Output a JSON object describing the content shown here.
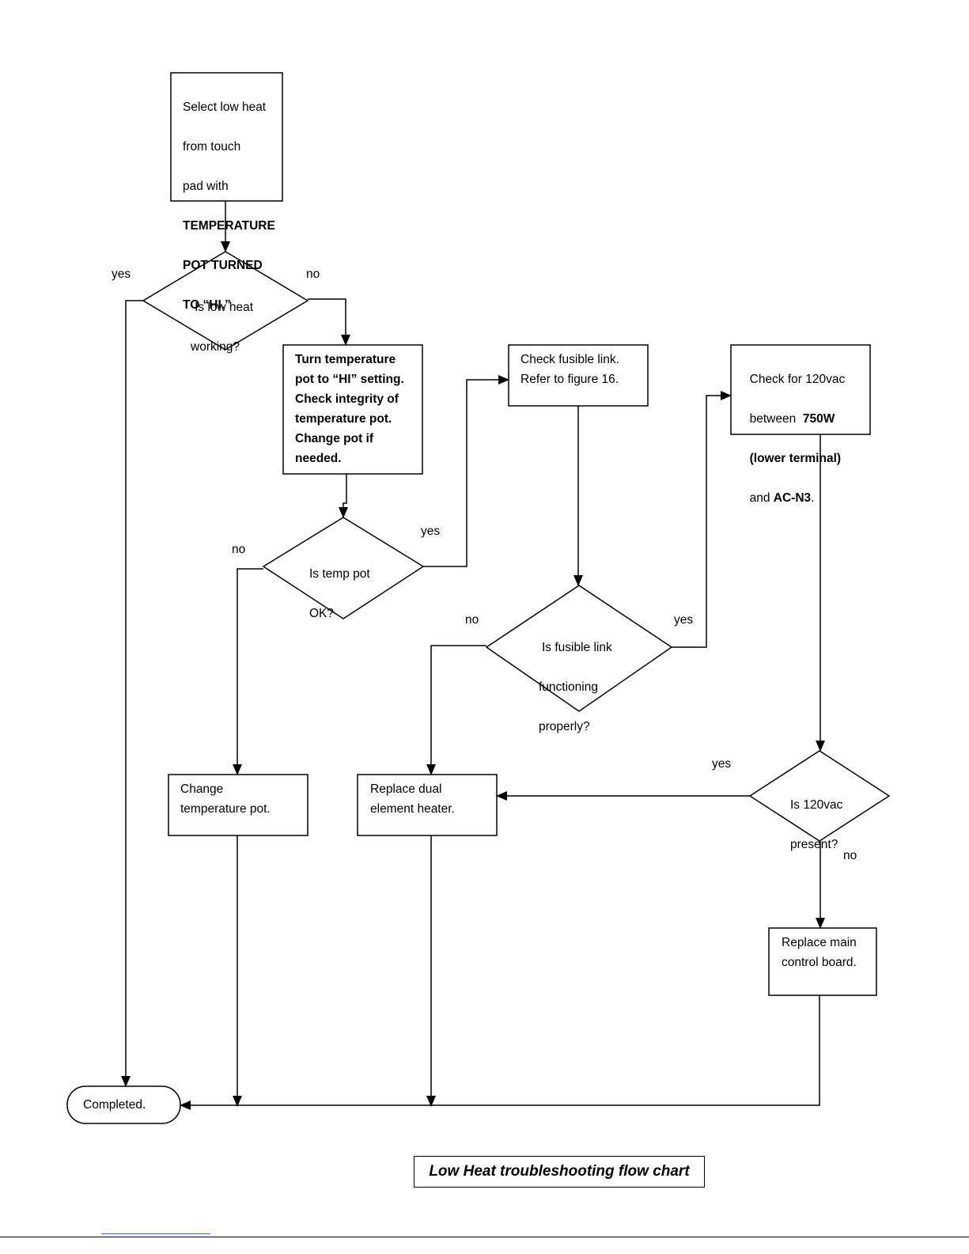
{
  "nodes": {
    "start": {
      "lines": [
        "Select low heat",
        "from touch",
        "pad with"
      ],
      "bold_lines": [
        "TEMPERATURE",
        "POT TURNED",
        "TO “HI.”"
      ]
    },
    "q_low_heat": {
      "line1": "Is low heat",
      "line2": "working?"
    },
    "turn_pot": {
      "text": "Turn temperature\npot to “HI” setting.\nCheck integrity of\ntemperature pot.\nChange pot if\nneeded."
    },
    "q_temp_pot": {
      "line1": "Is temp pot",
      "line2": "OK?"
    },
    "check_fusible": {
      "text": "Check fusible link.\nRefer to figure 16."
    },
    "q_fusible": {
      "line1": "Is fusible link",
      "line2": "functioning",
      "line3": "properly?"
    },
    "check_120": {
      "l1": "Check for 120vac",
      "l2a": "between  ",
      "l2b": "750W",
      "l3": "(lower terminal)",
      "l4a": "and ",
      "l4b": "AC-N3",
      "l4c": "."
    },
    "change_pot": {
      "text": "Change\ntemperature pot."
    },
    "replace_heater": {
      "text": "Replace dual\nelement heater."
    },
    "q_120": {
      "line1": "Is 120vac",
      "line2": "present?"
    },
    "replace_board": {
      "text": "Replace main\ncontrol board."
    },
    "completed": {
      "text": "Completed."
    }
  },
  "edge_labels": {
    "low_heat_yes": "yes",
    "low_heat_no": "no",
    "temp_pot_no": "no",
    "temp_pot_yes": "yes",
    "fusible_no": "no",
    "fusible_yes": "yes",
    "v120_yes": "yes",
    "v120_no": "no"
  },
  "caption": "Low Heat troubleshooting flow chart"
}
